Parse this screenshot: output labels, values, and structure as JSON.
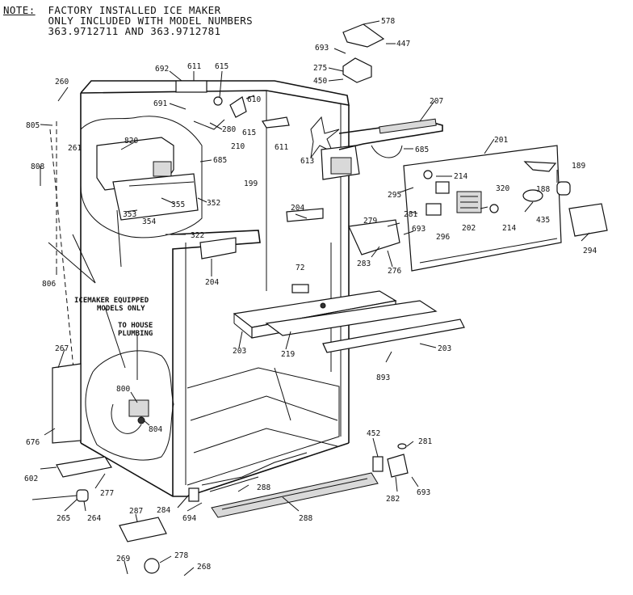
{
  "note": {
    "label": "NOTE:",
    "lines": [
      "FACTORY INSTALLED ICE MAKER",
      "ONLY INCLUDED WITH MODEL NUMBERS",
      "363.9712711 AND 363.9712781"
    ]
  },
  "annotations": {
    "icemaker_equipped_1": "ICEMAKER EQUIPPED",
    "icemaker_equipped_2": "MODELS ONLY",
    "to_house_1": "TO HOUSE",
    "to_house_2": "PLUMBING"
  },
  "part_labels": {
    "p578": "578",
    "p693a": "693",
    "p447": "447",
    "p275": "275",
    "p450": "450",
    "p692": "692",
    "p611a": "611",
    "p615a": "615",
    "p691": "691",
    "p610": "610",
    "p615b": "615",
    "p280": "280",
    "p210": "210",
    "p611b": "611",
    "p613": "613",
    "p207": "207",
    "p685a": "685",
    "p201": "201",
    "p260": "260",
    "p805": "805",
    "p261": "261",
    "p820": "820",
    "p685b": "685",
    "p199": "199",
    "p808": "808",
    "p355": "355",
    "p352": "352",
    "p353": "353",
    "p354": "354",
    "p322": "322",
    "p214a": "214",
    "p320": "320",
    "p188": "188",
    "p189": "189",
    "p295": "295",
    "p281a": "281",
    "p202": "202",
    "p214b": "214",
    "p435": "435",
    "p204a": "204",
    "p279": "279",
    "p693b": "693",
    "p296": "296",
    "p294": "294",
    "p283": "283",
    "p276": "276",
    "p204b": "204",
    "p72": "72",
    "p806": "806",
    "p267": "267",
    "p203a": "203",
    "p219": "219",
    "p203b": "203",
    "p893": "893",
    "p800": "800",
    "p804": "804",
    "p676": "676",
    "p452": "452",
    "p281b": "281",
    "p602": "602",
    "p277": "277",
    "p282": "282",
    "p693c": "693",
    "p288a": "288",
    "p265": "265",
    "p264": "264",
    "p284": "284",
    "p694": "694",
    "p288b": "288",
    "p287": "287",
    "p269": "269",
    "p278": "278",
    "p268": "268"
  }
}
